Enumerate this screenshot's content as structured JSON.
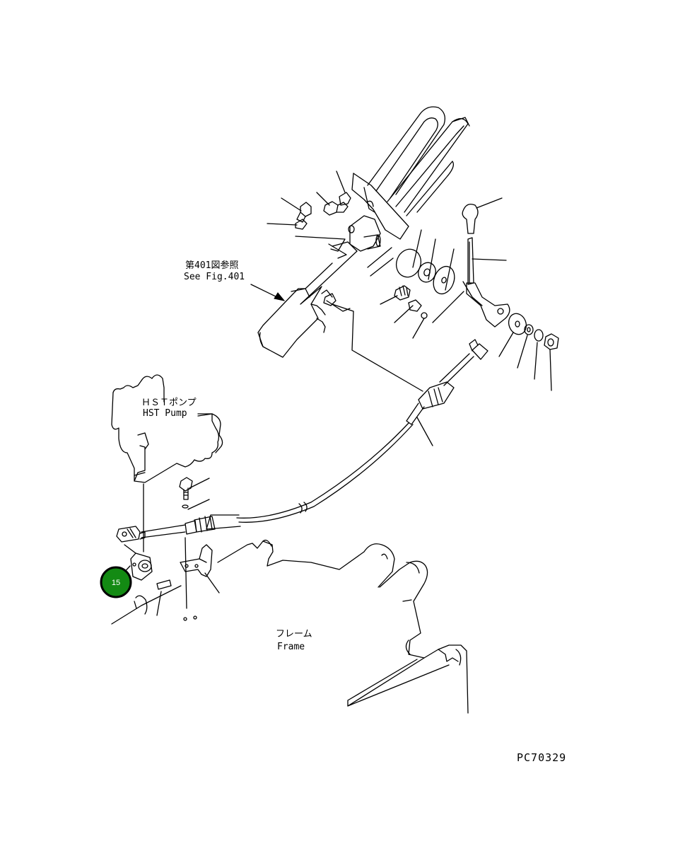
{
  "labels": {
    "see_fig_jp": "第401図参照",
    "see_fig_en": "See Fig.401",
    "pump_jp": "ＨＳＴポンプ",
    "pump_en": "HST Pump",
    "frame_jp": "フレーム",
    "frame_en": "Frame",
    "drawing_code": "PC70329"
  },
  "callouts": [
    {
      "number": "15",
      "color": "#138a13"
    }
  ]
}
